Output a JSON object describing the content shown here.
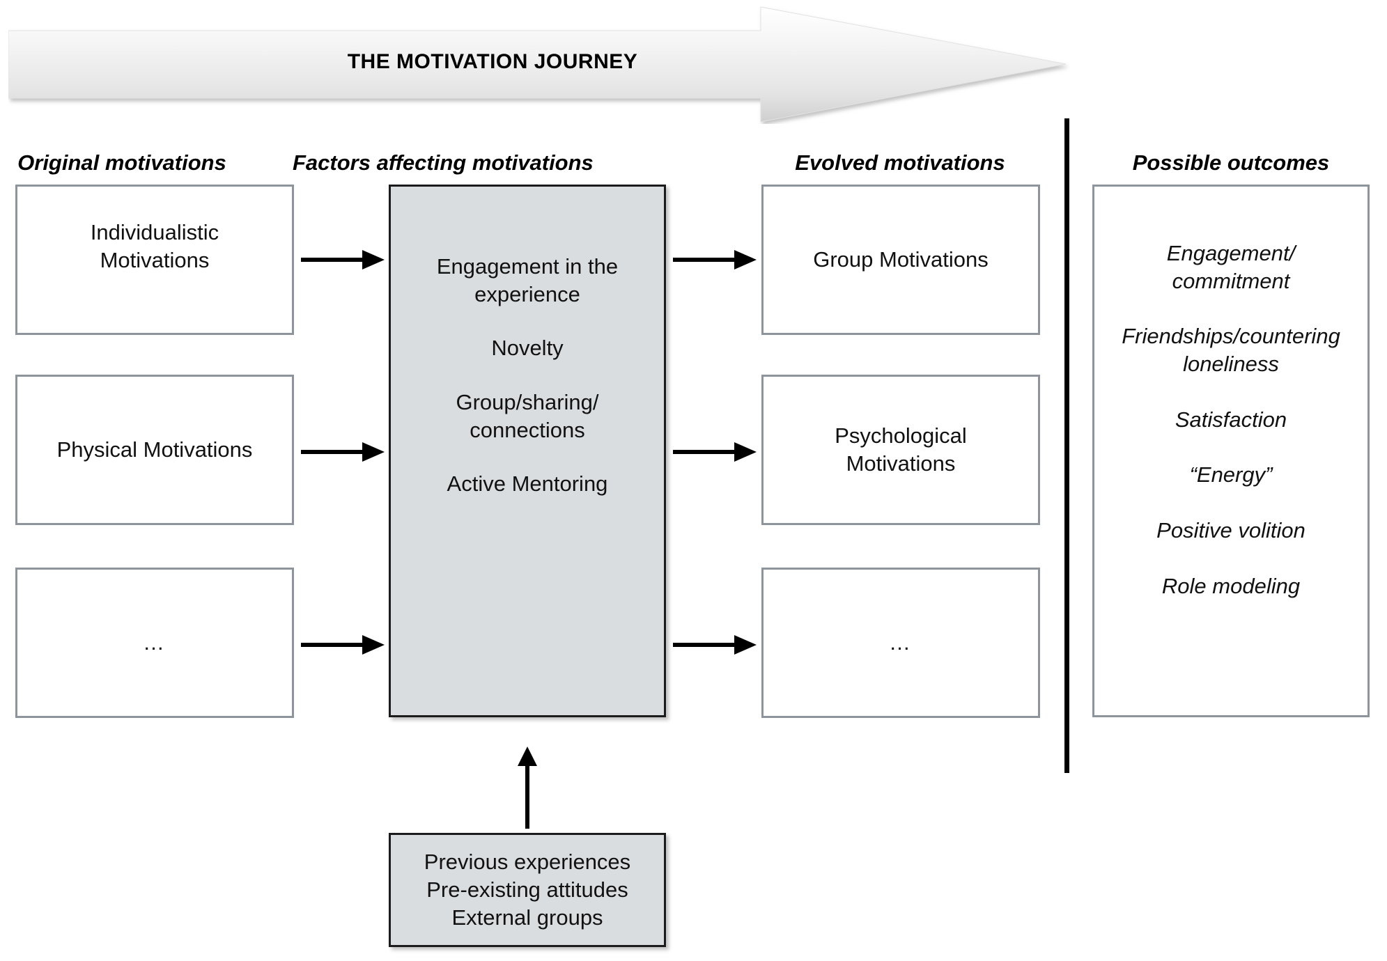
{
  "banner": {
    "title": "THE MOTIVATION JOURNEY",
    "icon": "right-arrow-banner",
    "fill_light": "#fdfdfd",
    "fill_dark": "#c9c9c9"
  },
  "columns": {
    "original": {
      "header": "Original motivations",
      "boxes": [
        {
          "line1": "Individualistic",
          "line2": "Motivations"
        },
        {
          "line1": "Physical Motivations",
          "line2": ""
        },
        {
          "line1": "…",
          "line2": ""
        }
      ]
    },
    "factors": {
      "header": "Factors affecting motivations",
      "items": [
        "Engagement in the\nexperience",
        "Novelty",
        "Group/sharing/\nconnections",
        "Active Mentoring"
      ],
      "fill": "#dadde0"
    },
    "evolved": {
      "header": "Evolved motivations",
      "boxes": [
        {
          "line1": "Group Motivations",
          "line2": ""
        },
        {
          "line1": "Psychological",
          "line2": "Motivations"
        },
        {
          "line1": "…",
          "line2": ""
        }
      ]
    },
    "outcomes": {
      "header": "Possible outcomes",
      "items": [
        "Engagement/\ncommitment",
        "Friendships/countering\nloneliness",
        "Satisfaction",
        "“Energy”",
        "Positive volition",
        "Role modeling"
      ]
    }
  },
  "context": {
    "line1": "Previous experiences",
    "line2": "Pre-existing attitudes",
    "line3": "External groups",
    "fill": "#dadde0"
  },
  "arrows": {
    "left_to_factors": "arrow-right-icon",
    "factors_to_evolved": "arrow-right-icon",
    "context_to_factors": "arrow-up-icon"
  },
  "divider": {
    "name": "vertical-divider",
    "color": "#000000"
  }
}
